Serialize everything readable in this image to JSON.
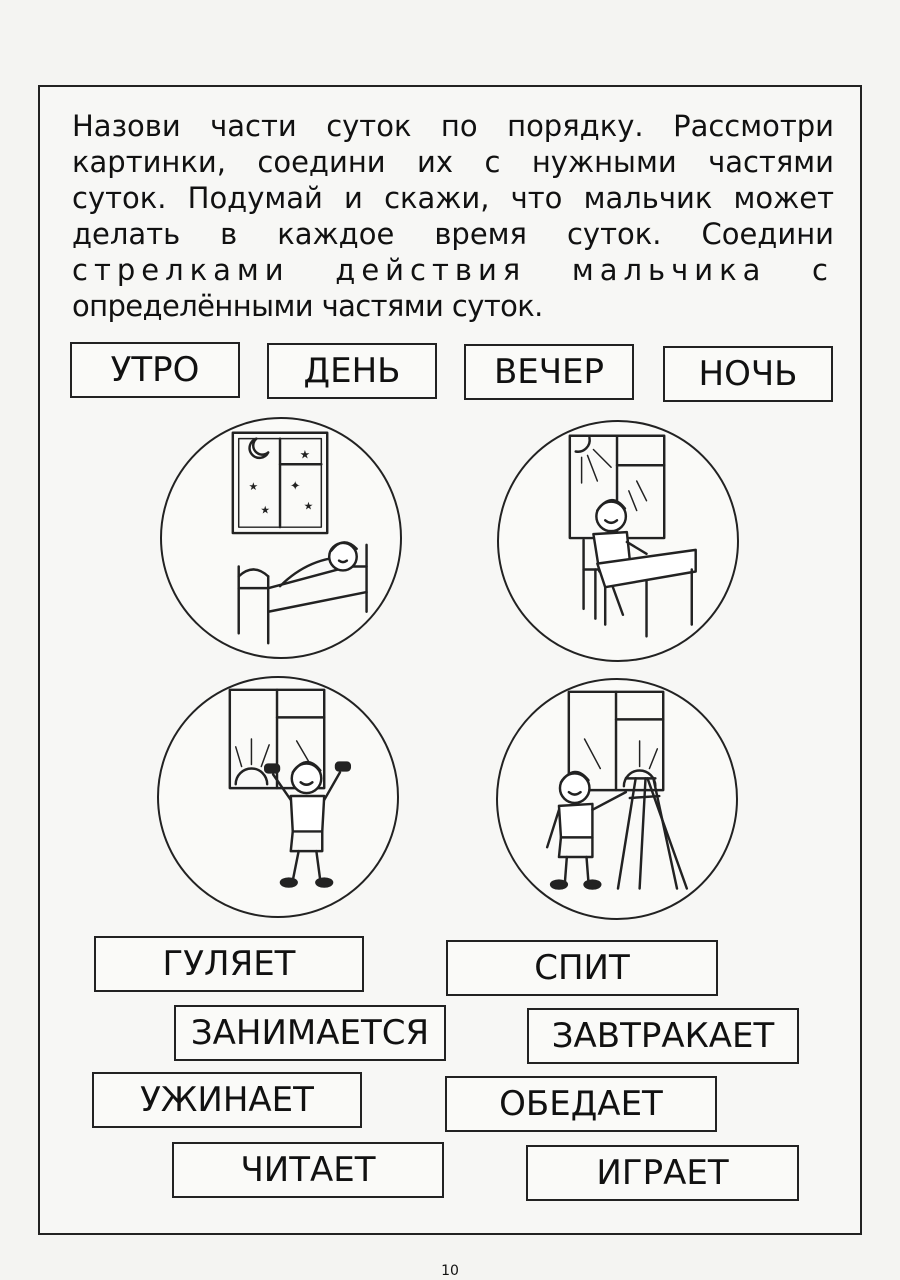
{
  "instructions": {
    "lines": [
      "Назови части суток по порядку. Рассмотри",
      "картинки, соедини их с нужными частями",
      "суток. Подумай и скажи, что мальчик может",
      "делать в каждое время суток. Соедини",
      "стрелками действия мальчика с",
      "определёнными частями суток."
    ]
  },
  "times_of_day": [
    "УТРО",
    "ДЕНЬ",
    "ВЕЧЕР",
    "НОЧЬ"
  ],
  "actions": [
    "ГУЛЯЕТ",
    "СПИТ",
    "ЗАНИМАЕТСЯ",
    "ЗАВТРАКАЕТ",
    "УЖИНАЕТ",
    "ОБЕДАЕТ",
    "ЧИТАЕТ",
    "ИГРАЕТ"
  ],
  "pictures": {
    "top_left": "sleeping-in-bed",
    "top_right": "writing-at-desk",
    "bottom_left": "morning-exercise",
    "bottom_right": "painting-at-easel"
  },
  "page_number": "10"
}
